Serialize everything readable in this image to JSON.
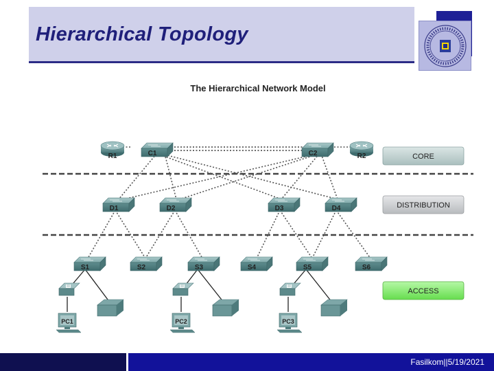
{
  "slide": {
    "title": "Hierarchical Topology",
    "footer": "Fasilkom||5/19/2021"
  },
  "diagram": {
    "heading": "The Hierarchical Network Model",
    "routers": {
      "r1": "R1",
      "r2": "R2"
    },
    "core_switches": {
      "c1": "C1",
      "c2": "C2"
    },
    "distribution_switches": {
      "d1": "D1",
      "d2": "D2",
      "d3": "D3",
      "d4": "D4"
    },
    "access_switches": {
      "s1": "S1",
      "s2": "S2",
      "s3": "S3",
      "s4": "S4",
      "s5": "S5",
      "s6": "S6"
    },
    "pcs": {
      "pc1": "PC1",
      "pc2": "PC2",
      "pc3": "PC3"
    },
    "layers": {
      "core": "CORE",
      "distribution": "DISTRIBUTION",
      "access": "ACCESS"
    }
  },
  "colors": {
    "title": "#1f1f7a",
    "title_band": "#cfd0ea",
    "layer_core": "#c4d4d3",
    "layer_distribution": "#d2d4d6",
    "layer_access": "#8ef07a",
    "device": "#6f9fa0",
    "footer": "#12129a"
  },
  "icons": {
    "logo": "university-seal-icon",
    "router": "router-icon",
    "switch": "switch-icon",
    "pc": "desktop-pc-icon",
    "phone": "ip-phone-icon",
    "printer": "printer-icon"
  }
}
